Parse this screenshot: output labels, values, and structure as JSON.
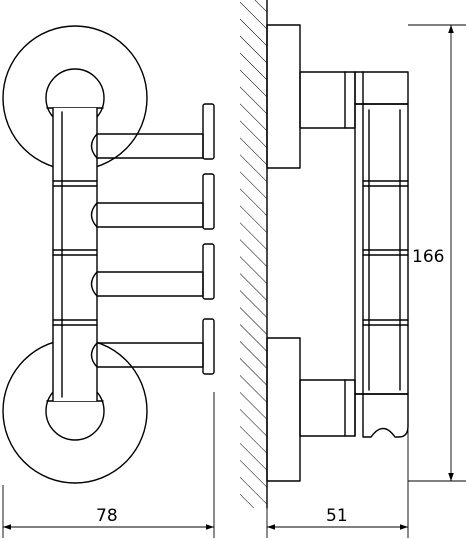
{
  "drawing": {
    "dimensions": {
      "width_front": "78",
      "depth_side": "51",
      "height_side": "166"
    }
  }
}
